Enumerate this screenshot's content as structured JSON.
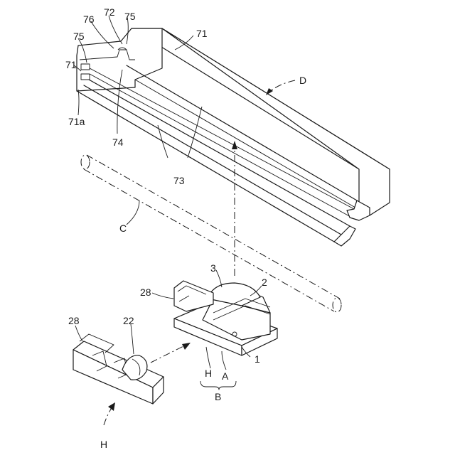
{
  "labels": {
    "l71_top": "71",
    "l72": "72",
    "l75_top": "75",
    "l76": "76",
    "l75_left": "75",
    "l71_left": "71",
    "l71a": "71a",
    "l74": "74",
    "l73": "73",
    "lD": "D",
    "lC": "C",
    "l3": "3",
    "l2": "2",
    "l28_mid": "28",
    "l1": "1",
    "lA": "A",
    "lH_mid": "H",
    "lB": "B",
    "l28_low": "28",
    "l22": "22",
    "lH_low": "H"
  }
}
